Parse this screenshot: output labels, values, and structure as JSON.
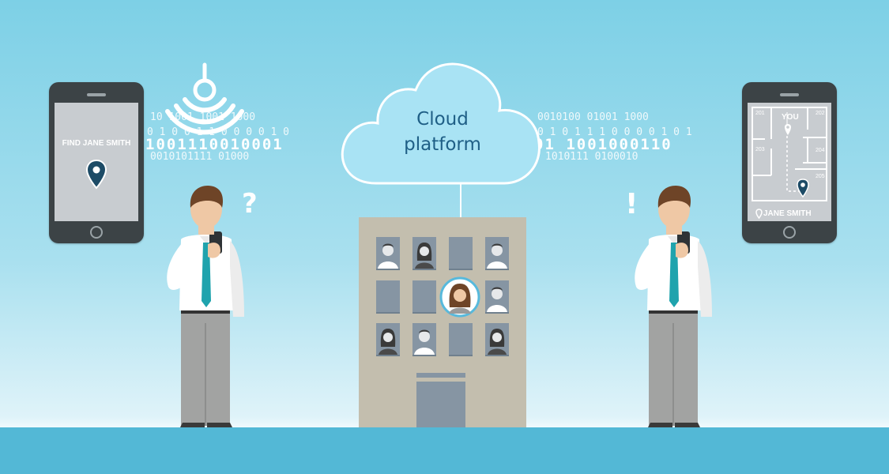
{
  "binary_rows": {
    "left_small_1": "10  1001   1001   1000",
    "left_small_2": "0  1  0  0  1  1  0  0  0  0  1  0",
    "left_big": "1001110010001",
    "left_small_3": "0010101111   01000",
    "right_small_1": "0010100   01001   1000",
    "right_small_2": "0 1 0 1 1 1 0 0 0 0 1 0 1",
    "right_big": "01  1001000110",
    "right_small_3": "1010111   0100010"
  },
  "left_phone": {
    "search_text": "FIND JANE SMITH",
    "icon": "location-pin-icon"
  },
  "right_phone": {
    "rooms": [
      "201",
      "202",
      "203",
      "204",
      "205"
    ],
    "you_label": "YOU",
    "person_label": "JANE SMITH",
    "icon": "location-pin-icon"
  },
  "cloud": {
    "line1": "Cloud",
    "line2": "platform"
  },
  "left_person": {
    "mark": "?"
  },
  "right_person": {
    "mark": "!"
  },
  "colors": {
    "sky": "#7dd0e6",
    "ground": "#53b8d6",
    "cloud": "#a9e3f4",
    "cloud_text": "#1f5f86",
    "pin": "#1d4b66",
    "tie": "#1fa3ad",
    "building": "#c3beae",
    "highlight": "#57b9dc"
  }
}
